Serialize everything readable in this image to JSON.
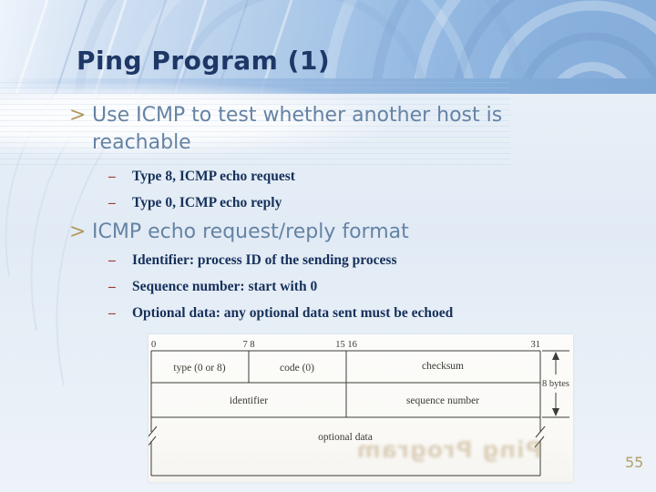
{
  "palette": {
    "title-color": "#1e3766",
    "body-color": "#6583a4",
    "sub-color": "#16305a",
    "marker-gold": "#b39a5c",
    "dash-red": "#9c3a38",
    "page-num-color": "#b2a06b",
    "scan-line": "#3c3c38",
    "scan-text": "#3b3b33",
    "ghost-color": "rgba(187,160,116,0.45)"
  },
  "slide": {
    "title": "Ping Program (1)",
    "page_number": "55",
    "l1_marker": ">",
    "l2_marker": "–",
    "bullets": [
      {
        "text": "Use ICMP to test whether another host is reachable",
        "sub": [
          "Type 8, ICMP echo request",
          "Type 0, ICMP echo reply"
        ]
      },
      {
        "text": "ICMP echo request/reply format",
        "sub": [
          "Identifier: process ID of the sending process",
          "Sequence number: start with 0",
          "Optional data: any optional data sent must be echoed"
        ]
      }
    ]
  },
  "diagram": {
    "type": "packet-format-figure",
    "bit_labels": [
      "0",
      "7 8",
      "15 16",
      "31"
    ],
    "cells": {
      "type": "type (0 or 8)",
      "code": "code (0)",
      "checksum": "checksum",
      "identifier": "identifier",
      "sequence": "sequence number",
      "optional": "optional data"
    },
    "size_label": "8 bytes",
    "ghost_text": "Ping Program"
  }
}
